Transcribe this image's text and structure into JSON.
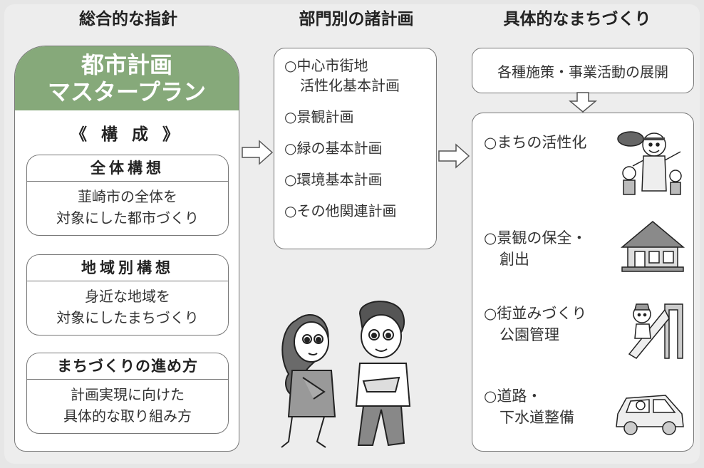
{
  "headings": {
    "left": "総合的な指針",
    "middle": "部門別の諸計画",
    "right": "具体的なまちづくり"
  },
  "master": {
    "title_line1": "都市計画",
    "title_line2": "マスタープラン",
    "structure_label": "《 構 成 》",
    "sections": [
      {
        "title": "全体構想",
        "line1": "韮崎市の全体を",
        "line2": "対象にした都市づくり"
      },
      {
        "title": "地域別構想",
        "line1": "身近な地域を",
        "line2": "対象にしたまちづくり"
      },
      {
        "title": "まちづくりの進め方",
        "line1": "計画実現に向けた",
        "line2": "具体的な取り組み方"
      }
    ]
  },
  "plans": [
    {
      "line1": "○中心市街地",
      "line2": "活性化基本計画"
    },
    {
      "line1": "○景観計画"
    },
    {
      "line1": "○緑の基本計画"
    },
    {
      "line1": "○環境基本計画"
    },
    {
      "line1": "○その他関連計画"
    }
  ],
  "activities": {
    "top": "各種施策・事業活動の展開",
    "items": [
      {
        "line1": "○まちの活性化",
        "line2": ""
      },
      {
        "line1": "○景観の保全・",
        "line2": "創出"
      },
      {
        "line1": "○街並みづくり",
        "line2": "公園管理"
      },
      {
        "line1": "○道路・",
        "line2": "下水道整備"
      }
    ]
  },
  "colors": {
    "accent_green": "#86a97a",
    "border": "#777777",
    "background": "#ededed"
  },
  "icons": [
    "right-arrow-icon",
    "down-arrow-icon",
    "festival-people-icon",
    "traditional-house-icon",
    "child-slide-icon",
    "car-icon",
    "two-people-illustration"
  ]
}
